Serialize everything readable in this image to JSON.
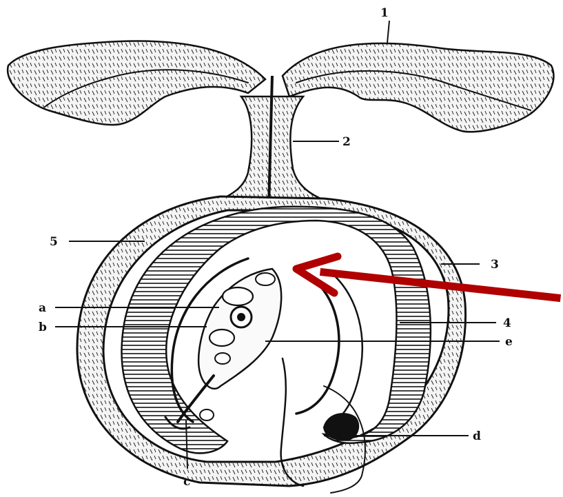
{
  "diagram": {
    "labels": {
      "n1": "1",
      "n2": "2",
      "n3": "3",
      "n4": "4",
      "n5": "5",
      "a": "a",
      "b": "b",
      "c": "c",
      "d": "d",
      "e": "e"
    },
    "arrow_color": "#b00000",
    "ink_color": "#111111"
  }
}
